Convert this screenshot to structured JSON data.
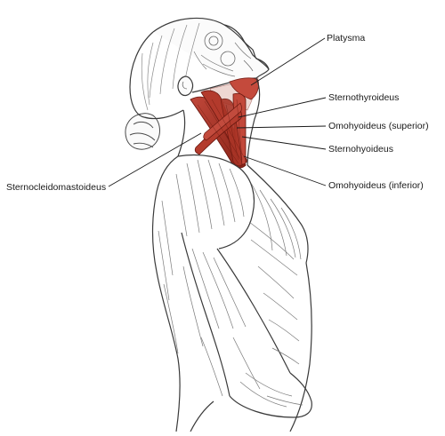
{
  "labels": {
    "platysma": "Platysma",
    "sternothyroideus": "Sternothyroideus",
    "omohyoideus_superior": "Omohyoideus (superior)",
    "sternohyoideus": "Sternohyoideus",
    "omohyoideus_inferior": "Omohyoideus (inferior)",
    "sternocleidomastoideus": "Sternocleidomastoideus"
  },
  "colors": {
    "background": "#ffffff",
    "outline": "#3a3a3a",
    "sketch": "#7a7a7a",
    "muscle_highlight": "#b5392b",
    "muscle_dark": "#8a2418",
    "leader_line": "#1a1a1a"
  }
}
